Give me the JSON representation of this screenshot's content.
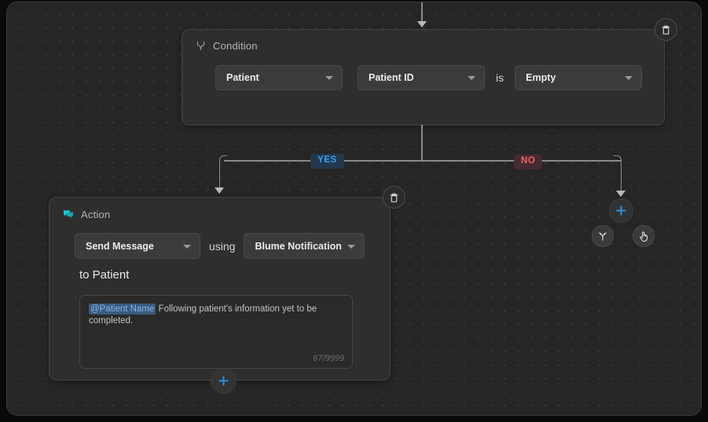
{
  "canvas": {
    "name": "workflow-canvas"
  },
  "top_connector": {
    "icon": "arrow-down-icon"
  },
  "condition_card": {
    "icon": "branch-icon",
    "title": "Condition",
    "delete_icon": "trash-icon",
    "field_select": {
      "value": "Patient",
      "caret": "chevron-down-icon"
    },
    "attribute_select": {
      "value": "Patient ID",
      "caret": "chevron-down-icon"
    },
    "operator_label": "is",
    "value_select": {
      "value": "Empty",
      "caret": "chevron-down-icon"
    }
  },
  "branches": {
    "yes_label": "YES",
    "no_label": "NO",
    "yes_color": "#3d9bf5",
    "no_color": "#f4616f"
  },
  "action_card": {
    "icon": "chat-bubble-icon",
    "title": "Action",
    "delete_icon": "trash-icon",
    "action_select": {
      "value": "Send Message",
      "caret": "chevron-down-icon"
    },
    "using_label": "using",
    "channel_select": {
      "value": "Blume Notification",
      "caret": "chevron-down-icon"
    },
    "recipient_label": "to Patient",
    "message": {
      "token": "@Patient Name",
      "body": "Following patient's information yet to be completed.",
      "counter": "67/9999"
    },
    "add_below_icon": "plus-icon"
  },
  "no_branch_tools": {
    "add_icon": "plus-icon",
    "add_color": "#2f8fe0",
    "branch_icon": "split-branch-icon",
    "tap_icon": "hand-tap-icon"
  }
}
